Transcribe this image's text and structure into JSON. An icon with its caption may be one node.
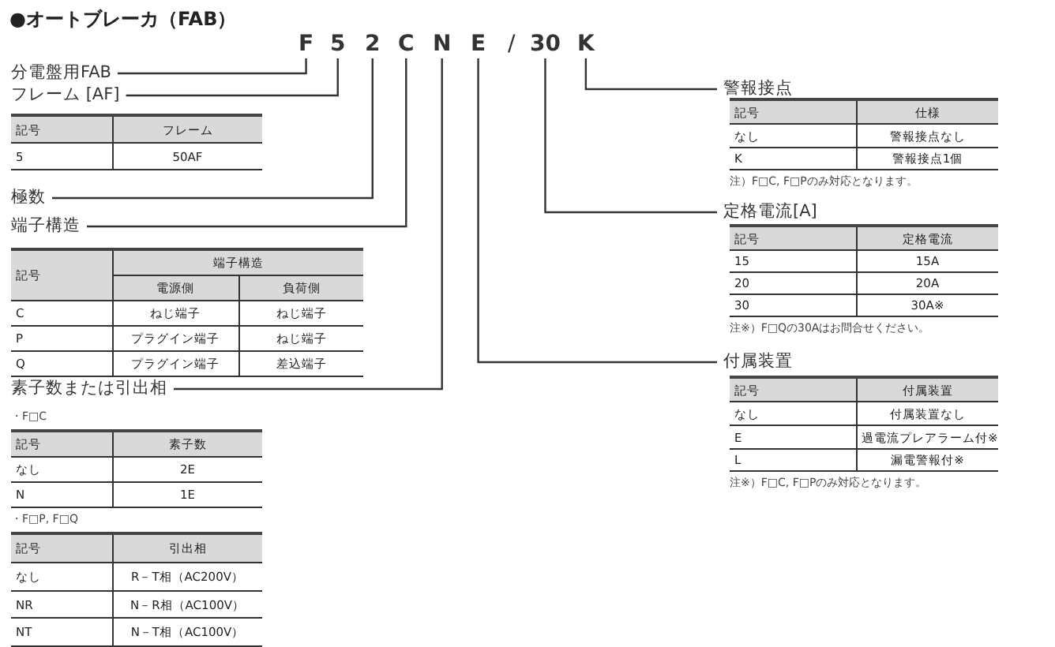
{
  "diagram": {
    "title": "●オートブレーカ（FAB）",
    "nodes": [
      {
        "text": [
          "F"
        ]
      },
      {
        "text": [
          "5"
        ]
      },
      {
        "text": [
          "2"
        ]
      },
      {
        "text": [
          "C"
        ]
      },
      {
        "text": [
          "N"
        ]
      },
      {
        "text": [
          "E"
        ]
      },
      {
        "text": [
          "30"
        ]
      },
      {
        "text": [
          "K"
        ]
      },
      {
        "text": [
          "分電盤用FAB"
        ]
      },
      {
        "text": [
          "フレーム [AF]"
        ]
      },
      {
        "text": [
          "極数"
        ]
      },
      {
        "text": [
          "端子構造"
        ]
      },
      {
        "text": [
          "素子数または引出相"
        ]
      },
      {
        "text": [
          "警報接点"
        ]
      },
      {
        "text": [
          "定格電流[A]"
        ]
      },
      {
        "text": [
          "付属装置"
        ]
      }
    ],
    "edges": [
      {
        "from": 0,
        "to": 8,
        "arrow": "none"
      },
      {
        "from": 1,
        "to": 9,
        "arrow": "none"
      },
      {
        "from": 2,
        "to": 10,
        "arrow": "none"
      },
      {
        "from": 3,
        "to": 11,
        "arrow": "none"
      },
      {
        "from": 4,
        "to": 12,
        "arrow": "none"
      },
      {
        "from": 5,
        "to": 15,
        "arrow": "none"
      },
      {
        "from": 6,
        "to": 14,
        "arrow": "none"
      },
      {
        "from": 7,
        "to": 13,
        "arrow": "none"
      }
    ],
    "labels": [
      "/",
      "記号",
      "フレーム",
      "5",
      "50AF",
      "記号",
      "端子構造",
      "電源側",
      "負荷側",
      "C",
      "ねじ端子",
      "ねじ端子",
      "P",
      "プラグイン端子",
      "ねじ端子",
      "Q",
      "プラグイン端子",
      "差込端子",
      "・F□C",
      "記号",
      "素子数",
      "なし",
      "2E",
      "N",
      "1E",
      "・F□P, F□Q",
      "記号",
      "引出相",
      "なし",
      "R－T相（AC200V）",
      "NR",
      "N－R相（AC100V）",
      "NT",
      "N－T相（AC100V）",
      "記号",
      "仕様",
      "なし",
      "警報接点なし",
      "K",
      "警報接点1個",
      "注）F□C, F□Pのみ対応となります。",
      "記号",
      "定格電流",
      "15",
      "15A",
      "20",
      "20A",
      "30",
      "30A※",
      "注※）F□Qの30Aはお問合せください。",
      "記号",
      "付属装置",
      "なし",
      "付属装置なし",
      "E",
      "過電流プレアラーム付※",
      "L",
      "漏電警報付※",
      "注※）F□C, F□Pのみ対応となります。"
    ]
  }
}
